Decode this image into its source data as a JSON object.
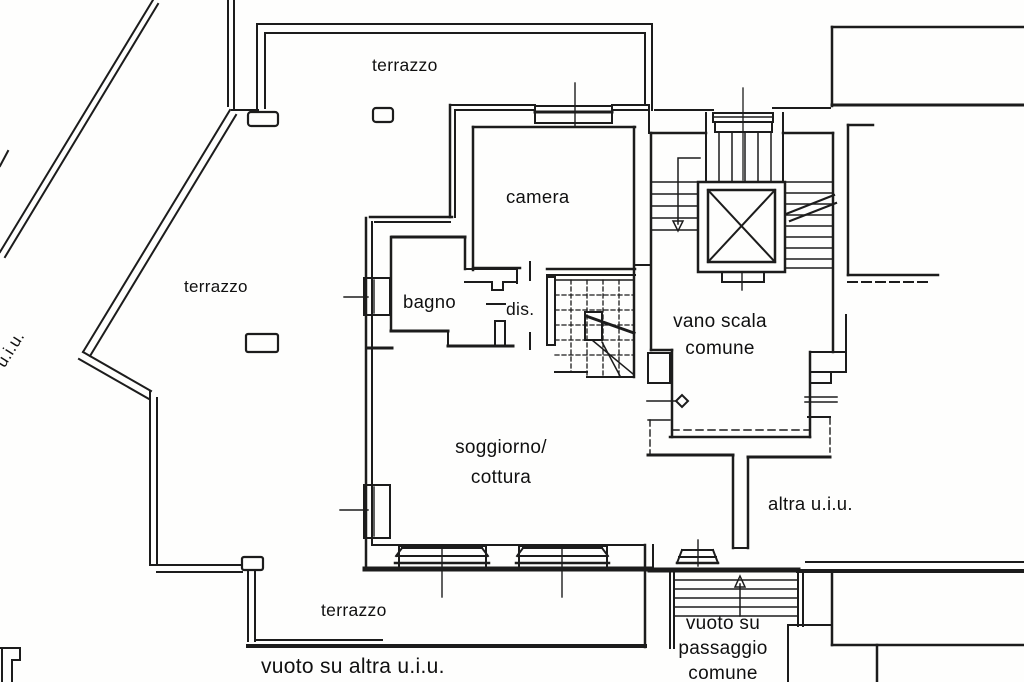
{
  "labels": {
    "terrazzo_top": "terrazzo",
    "terrazzo_left": "terrazzo",
    "terrazzo_bottom": "terrazzo",
    "camera": "camera",
    "bagno": "bagno",
    "dis": "dis.",
    "vano_scala": {
      "line1": "vano scala",
      "line2": "comune"
    },
    "soggiorno": {
      "line1": "soggiorno/",
      "line2": "cottura"
    },
    "altra_uiu": "altra u.i.u.",
    "vuoto_passaggio": {
      "line1": "vuoto su",
      "line2": "passaggio",
      "line3": "comune"
    },
    "vuoto_altra_uiu": "vuoto su altra u.i.u.",
    "uiu_rotated": "u.i.u."
  },
  "colors": {
    "line": "#1c1c1c",
    "text": "#101010",
    "background": "#fefefd"
  }
}
